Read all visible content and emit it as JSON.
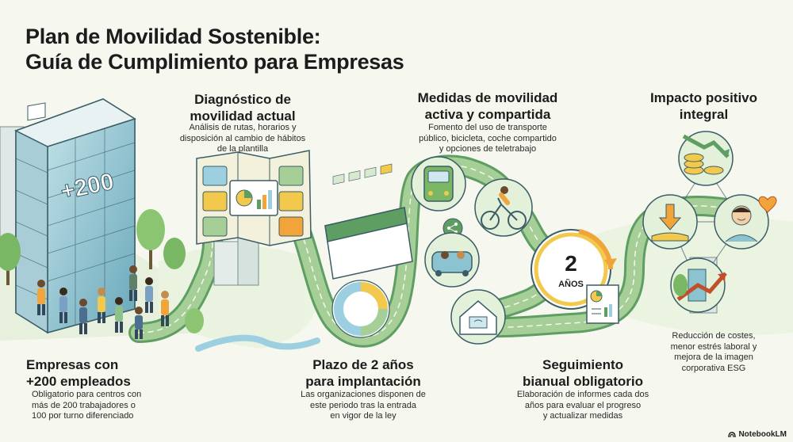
{
  "title": {
    "line1": "Plan de Movilidad Sostenible:",
    "line2": "Guía de Cumplimiento para Empresas"
  },
  "steps": [
    {
      "heading": [
        "Empresas con",
        "+200 empleados"
      ],
      "desc": [
        "Obligatorio para centros con",
        "más de 200 trabajadores o",
        "100 por turno diferenciado"
      ]
    },
    {
      "heading": [
        "Diagnóstico de",
        "movilidad actual"
      ],
      "desc": [
        "Análisis de rutas, horarios y",
        "disposición al cambio de hábitos",
        "de la plantilla"
      ]
    },
    {
      "heading": [
        "Plazo de 2 años",
        "para implantación"
      ],
      "desc": [
        "Las organizaciones disponen de",
        "este periodo tras la entrada",
        "en vigor de la ley"
      ]
    },
    {
      "heading": [
        "Medidas de movilidad",
        "activa y compartida"
      ],
      "desc": [
        "Fomento del uso de transporte",
        "público, bicicleta, coche compartido",
        "y opciones de teletrabajo"
      ]
    },
    {
      "heading": [
        "Seguimiento",
        "bianual obligatorio"
      ],
      "desc": [
        "Elaboración de informes cada dos",
        "años para evaluar el progreso",
        "y actualizar medidas"
      ]
    },
    {
      "heading": [
        "Impacto positivo",
        "integral"
      ],
      "desc": [
        "Reducción de costes,",
        "menor estrés laboral y",
        "mejora de la imagen",
        "corporativa ESG"
      ]
    }
  ],
  "building_sign": "+200",
  "clock_number": "2",
  "clock_unit": "AÑOS",
  "brand": "NotebookLM",
  "colors": {
    "road": "#8fc08a",
    "road_dark": "#5f9e62",
    "glass": "#8cc3d1",
    "accent_orange": "#f0a43a",
    "accent_yellow": "#f2c94c",
    "tree": "#79b765",
    "text": "#1c1c1c"
  },
  "icons": [
    "office-building-icon",
    "map-chart-icon",
    "calendar-icon",
    "donut-ring-icon",
    "bus-icon",
    "cyclist-icon",
    "carpool-icon",
    "share-icon",
    "home-telework-icon",
    "clock-icon",
    "report-icon",
    "coins-down-icon",
    "savings-icon",
    "happy-person-icon",
    "heart-icon",
    "growth-building-icon"
  ]
}
